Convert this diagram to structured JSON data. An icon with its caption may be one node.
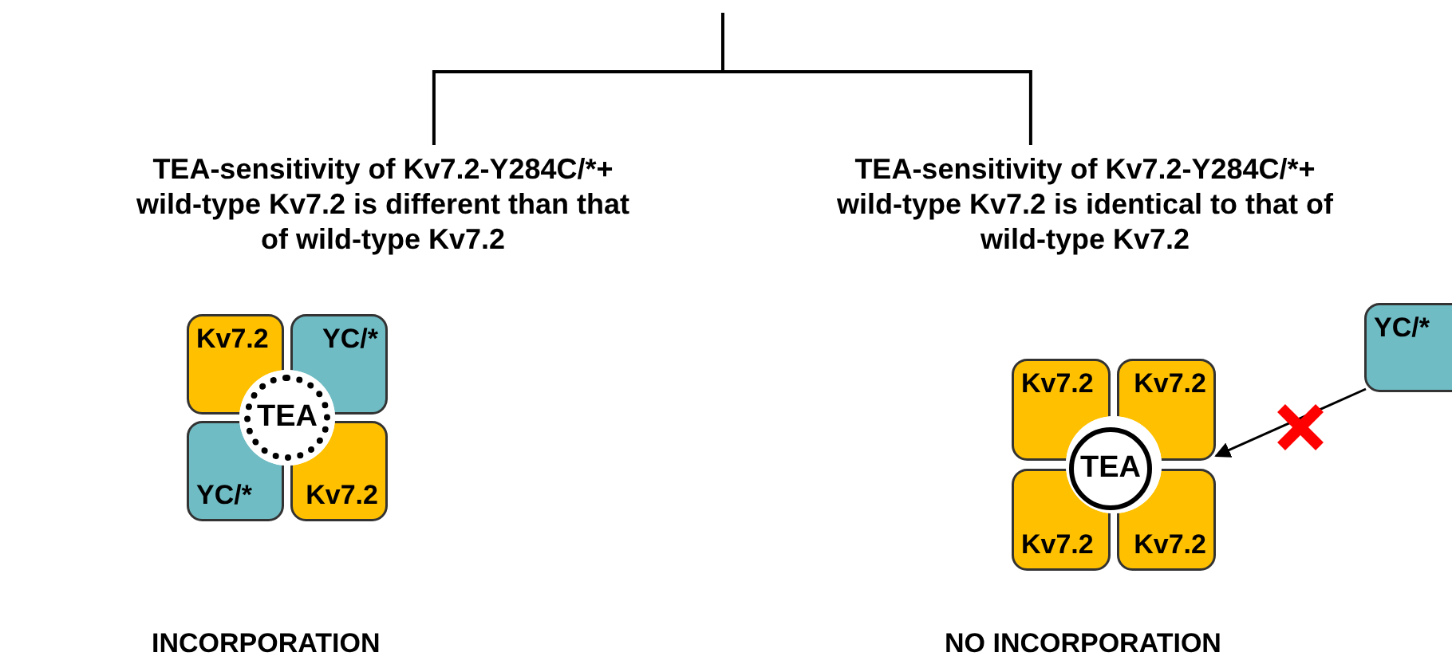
{
  "diagram": {
    "nodes": [
      {
        "text": [
          "TEA-sensitivity of Kv7.2-Y284C/*+ wild-type Kv7.2 is different than that of wild-type Kv7.2"
        ]
      },
      {
        "text": [
          "TEA-sensitivity of Kv7.2-Y284C/*+ wild-type Kv7.2 is identical to that of wild-type Kv7.2"
        ]
      },
      {
        "text": [
          "Kv7.2"
        ]
      },
      {
        "text": [
          "YC/*"
        ]
      },
      {
        "text": [
          "TEA"
        ]
      },
      {
        "text": [
          "YC/*"
        ]
      },
      {
        "text": [
          "Kv7.2"
        ]
      },
      {
        "text": [
          "Kv7.2"
        ]
      },
      {
        "text": [
          "Kv7.2"
        ]
      },
      {
        "text": [
          "TEA"
        ]
      },
      {
        "text": [
          "Kv7.2"
        ]
      },
      {
        "text": [
          "Kv7.2"
        ]
      },
      {
        "text": [
          "YC/*"
        ]
      }
    ],
    "edges": [
      {
        "from": null,
        "to": 0,
        "arrow": "none"
      },
      {
        "from": null,
        "to": 1,
        "arrow": "none"
      },
      {
        "from": 12,
        "to": 8,
        "arrow": "to"
      }
    ],
    "labels": [
      "INCORPORATION",
      "NO INCORPORATION"
    ]
  }
}
